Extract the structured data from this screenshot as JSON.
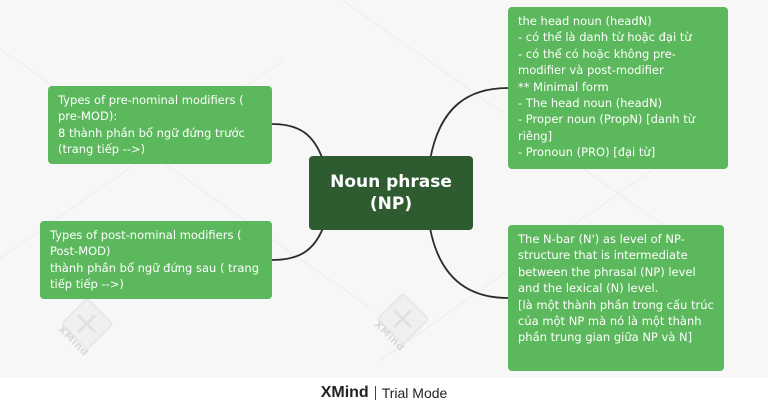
{
  "central": {
    "label": "Noun phrase\n(NP)"
  },
  "topics": {
    "head_noun": "the head noun (headN)\n- có thể là danh từ hoặc đại từ\n- có thể có hoặc không pre-modifier và post-modifier\n** Minimal form\n- The head noun (headN)\n- Proper noun (PropN) [danh từ riêng]\n- Pronoun (PRO) [đại từ]",
    "n_bar": "The N-bar (N') as level of NP-structure that is intermediate between the phrasal (NP) level and the lexical (N) level.\n[là một thành phần trong cấu trúc của một NP mà nó là một thành phần trung gian giữa NP và N]",
    "pre_mod": "Types of pre-nominal modifiers ( pre-MOD):\n8 thành phần bổ ngữ đứng trước (trang tiếp -->)",
    "post_mod": "Types of post-nominal modifiers ( Post-MOD)\nthành phần bổ ngữ đứng sau ( trang tiếp tiếp -->)"
  },
  "watermark": {
    "text": "XMind"
  },
  "footer": {
    "brand": "XMind",
    "mode": "Trial Mode"
  },
  "colors": {
    "central": "#2f5b30",
    "topic": "#5cb85c",
    "link": "#2b2b2b"
  }
}
